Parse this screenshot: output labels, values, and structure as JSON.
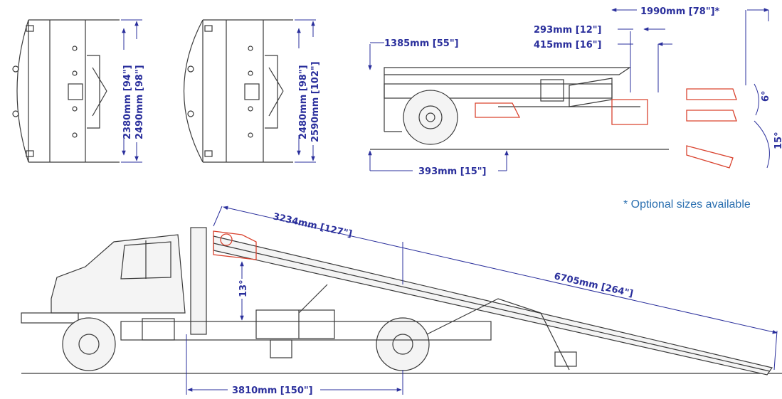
{
  "colors": {
    "dimension": "#2a2f9c",
    "note": "#2a6fb0",
    "line": "#3a3a3a",
    "highlight": "#d9432f"
  },
  "top_views": {
    "left": {
      "width_inner": "2380mm [94\"]",
      "width_outer": "2490mm [98\"]"
    },
    "right": {
      "width_inner": "2480mm [98\"]",
      "width_outer": "2590mm [102\"]"
    }
  },
  "side_view": {
    "deck_height": "1385mm [55\"]",
    "reach": "1990mm [78\"]*",
    "lift_a": "293mm [12\"]",
    "lift_b": "415mm [16\"]",
    "ground_clearance": "393mm [15\"]",
    "angle_small": "6°",
    "angle_large": "15°"
  },
  "note": "* Optional sizes available",
  "tilt_view": {
    "upper_length": "3234mm [127\"]",
    "deck_length": "6705mm [264\"]",
    "tilt_angle": "13°",
    "wheelbase": "3810mm [150\"]"
  }
}
